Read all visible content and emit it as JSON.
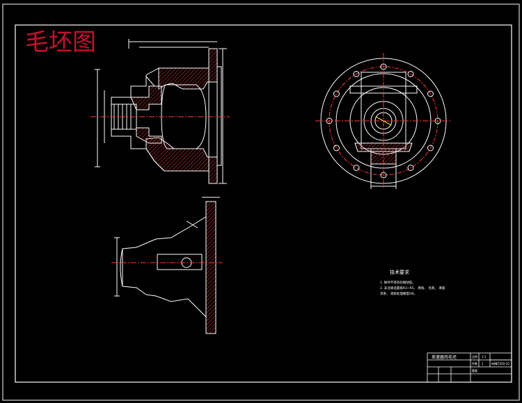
{
  "watermark": {
    "text": "毛坯图",
    "color": "#c8102e"
  },
  "colors": {
    "background": "#000000",
    "line": "#ffffff",
    "dim": "#e8e8e8",
    "hatch": "#cc3333",
    "center": "#ff3b3b",
    "yellow": "#ffe34a"
  },
  "tech_notes": {
    "title": "技术要求",
    "items": [
      "1. 铸件不得有砂眼缺陷。",
      "2. 未注铸造圆角R3~R5。 倒角、 毛刺。 清理",
      "其余、 调质处理硬度HB。"
    ]
  },
  "title_block": {
    "name": "差速器壳毛坯",
    "cells": [
      "比例",
      "1:1",
      "件数",
      "1",
      "重量",
      "材料",
      "QT450-10"
    ]
  }
}
